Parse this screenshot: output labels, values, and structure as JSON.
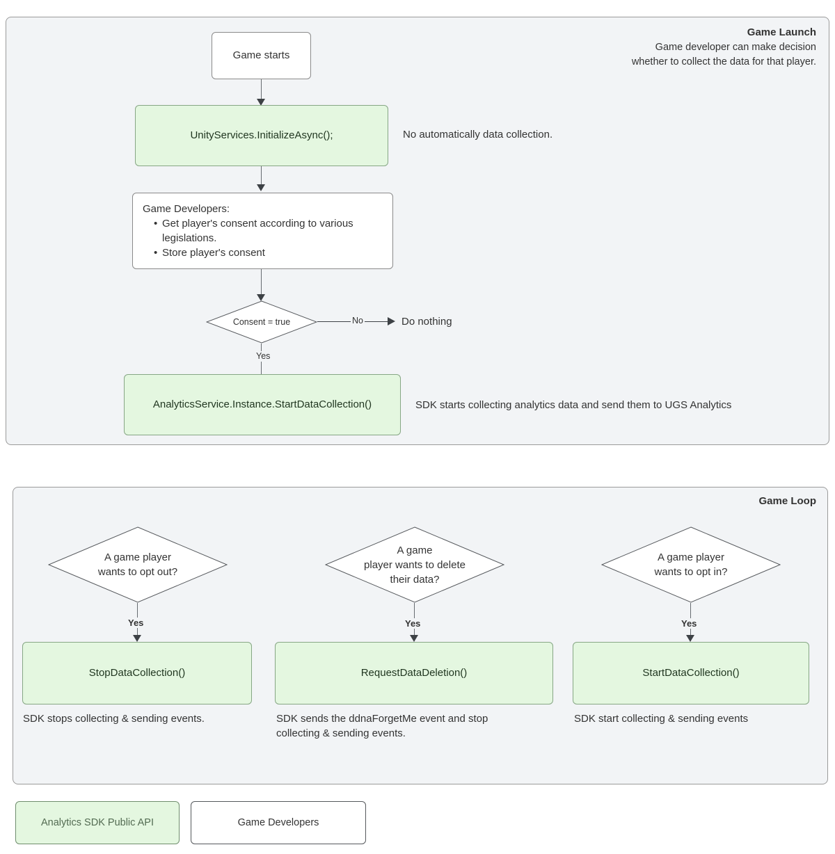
{
  "panels": {
    "game_launch": {
      "title": "Game Launch",
      "subtitle": "Game developer can make decision\nwhether to collect the data for that player.",
      "nodes": {
        "start": "Game starts",
        "initialize": "UnityServices.InitializeAsync();",
        "developers_head": "Game Developers:",
        "developers_bullets": [
          "Get player's consent according to various legislations.",
          "Store player's consent"
        ],
        "decision": "Consent = true",
        "do_nothing": "Do nothing",
        "start_data_collection": "AnalyticsService.Instance.StartDataCollection()"
      },
      "edges": {
        "no": "No",
        "yes": "Yes"
      },
      "notes": {
        "initialize_note": "No automatically data collection.",
        "start_collection_note": "SDK starts collecting analytics data and send them to UGS Analytics"
      }
    },
    "game_loop": {
      "title": "Game Loop",
      "branches": [
        {
          "decision": "A game player\nwants to opt out?",
          "edge_label": "Yes",
          "action": "StopDataCollection()",
          "note": "SDK stops collecting & sending events."
        },
        {
          "decision": "A game\nplayer wants to delete\ntheir data?",
          "edge_label": "Yes",
          "action": "RequestDataDeletion()",
          "note": "SDK sends the ddnaForgetMe event and stop\ncollecting & sending events."
        },
        {
          "decision": "A game player\nwants to opt in?",
          "edge_label": "Yes",
          "action": "StartDataCollection()",
          "note": "SDK start collecting & sending events"
        }
      ]
    }
  },
  "legend": {
    "sdk_api": "Analytics SDK Public API",
    "game_developers": "Game Developers"
  },
  "colors": {
    "panel_background": "#f2f4f6",
    "panel_border": "#9a9a9a",
    "node_green_fill": "#e4f7e0",
    "node_green_border": "#86a684",
    "node_white_fill": "#ffffff",
    "node_border": "#8a8a8a",
    "text": "#333333",
    "connector": "#3d4145"
  }
}
